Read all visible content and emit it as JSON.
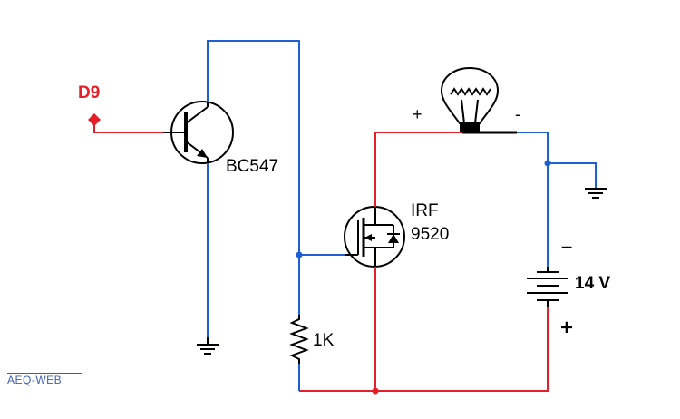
{
  "labels": {
    "input_pin": "D9",
    "transistor": "BC547",
    "mosfet_line1": "IRF",
    "mosfet_line2": "9520",
    "resistor": "1K",
    "battery": "14 V",
    "lamp_plus": "+",
    "lamp_minus": "-",
    "battery_minus": "–",
    "battery_plus": "+",
    "watermark": "AEQ-WEB"
  },
  "colors": {
    "wire_signal": "#1f5fd6",
    "wire_power": "#e3202a",
    "pin_label": "#e3202a",
    "component": "#000000",
    "watermark": "#3a5fb0"
  }
}
